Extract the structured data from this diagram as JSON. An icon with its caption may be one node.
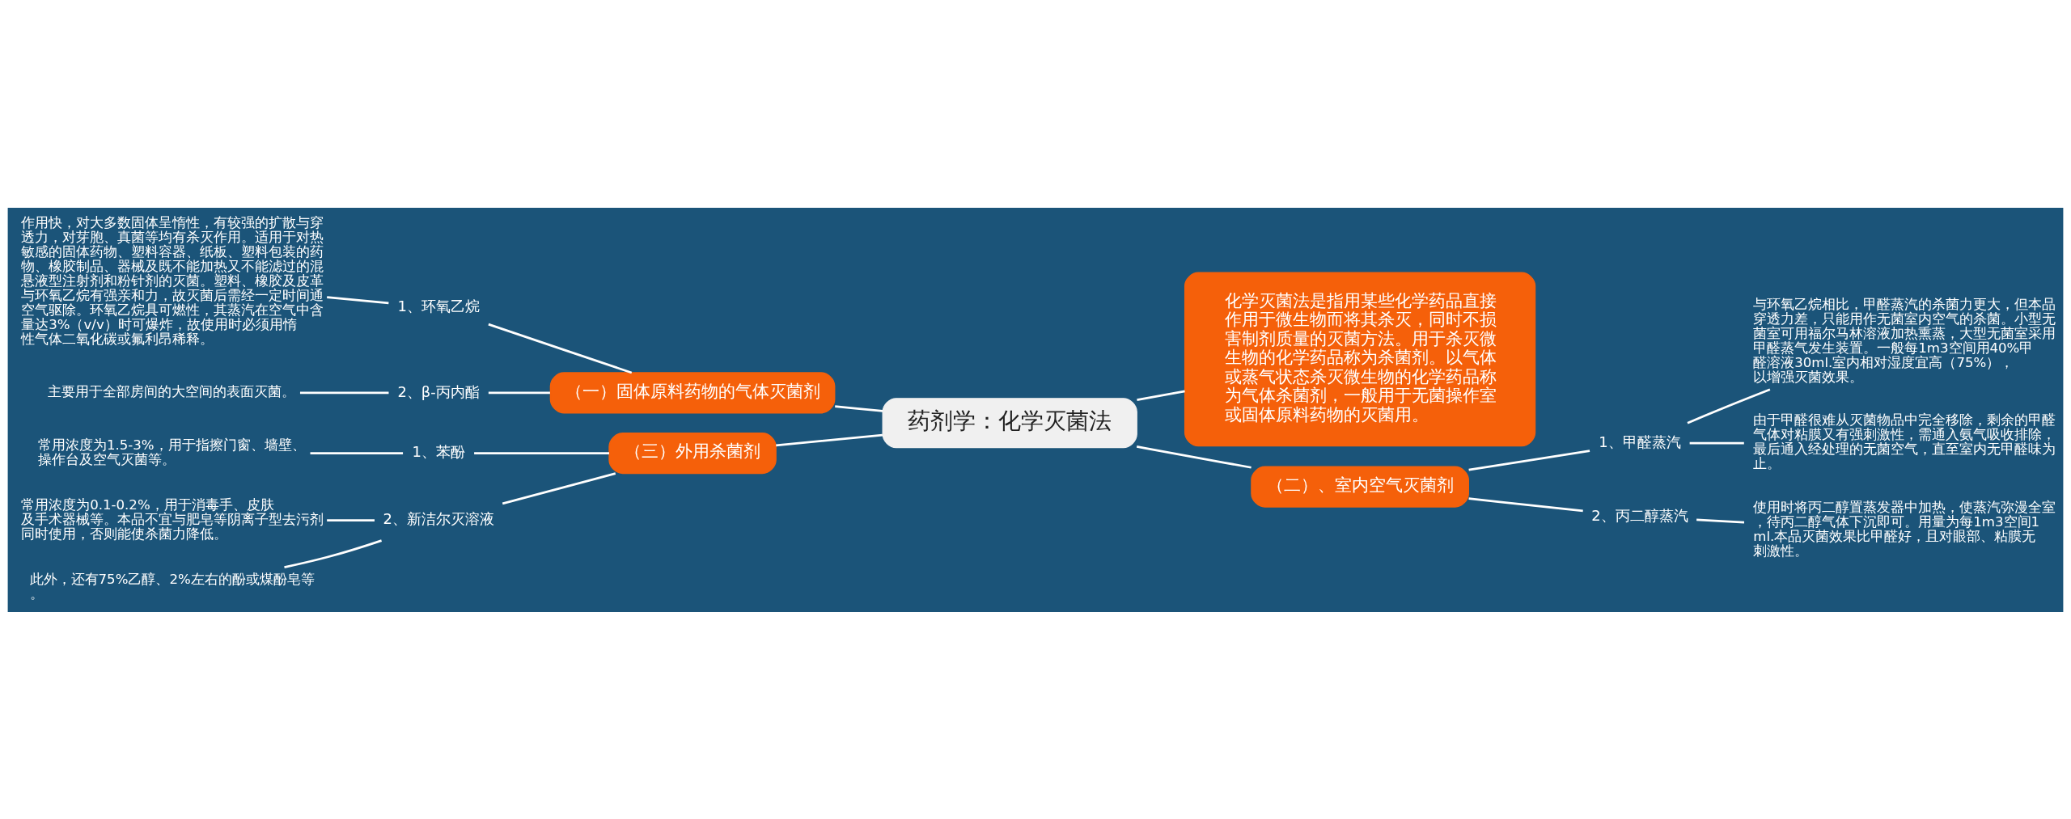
{
  "diagram": {
    "nodes": [
      {
        "text": [
          "药剂学：化学灭菌法"
        ]
      },
      {
        "text": [
          "（一）固体原料药物的气体灭菌剂"
        ]
      },
      {
        "text": [
          "1、环氧乙烷"
        ]
      },
      {
        "text": [
          "作用快，对大多数固体呈惰性，有较强的扩散与穿透力，对芽胞、真菌等均有杀灭作用。适用于对热敏感的固体药物、塑料容器、纸板、塑料包装的药物、橡胶制品、器械及既不能加热又不能滤过的混悬液型注射剂和粉针剂的灭菌。塑料、橡胶及皮革与环氧乙烷有强亲和力，故灭菌后需经一定时间通空气驱除。环氧乙烷具可燃性，其蒸汽在空气中含量达3%（v/v）时可爆炸，故使用时必须用惰性气体二氧化碳或氟利昂稀释。"
        ]
      },
      {
        "text": [
          "2、β-丙内酯"
        ]
      },
      {
        "text": [
          "主要用于全部房间的大空间的表面灭菌。"
        ]
      },
      {
        "text": [
          "（三）外用杀菌剂"
        ]
      },
      {
        "text": [
          "1、苯酚"
        ]
      },
      {
        "text": [
          "常用浓度为1.5-3%，用于指擦门窗、墙壁、操作台及空气灭菌等。"
        ]
      },
      {
        "text": [
          "2、新洁尔灭溶液"
        ]
      },
      {
        "text": [
          "常用浓度为0.1-0.2%，用于消毒手、皮肤及手术器械等。本品不宜与肥皂等阴离子型去污剂同时使用，否则能使杀菌力降低。"
        ]
      },
      {
        "text": [
          "此外，还有75%乙醇、2%左右的酚或煤酚皂等。"
        ]
      },
      {
        "text": [
          "化学灭菌法是指用某些化学药品直接作用于微生物而将其杀灭，同时不损害制剂质量的灭菌方法。用于杀灭微生物的化学药品称为杀菌剂。以气体或蒸气状态杀灭微生物的化学药品称为气体杀菌剂，一般用于无菌操作室或固体原料药物的灭菌用。"
        ]
      },
      {
        "text": [
          "（二）、室内空气灭菌剂"
        ]
      },
      {
        "text": [
          "1、甲醛蒸汽"
        ]
      },
      {
        "text": [
          "与环氧乙烷相比，甲醛蒸汽的杀菌力更大，但本品穿透力差，只能用作无菌室内空气的杀菌。小型无菌室可用福尔马林溶液加热熏蒸，大型无菌室采用甲醛蒸气发生装置。一般每1m3空间用40%甲醛溶液30ml.室内相对湿度宜高（75%），以增强灭菌效果。"
        ]
      },
      {
        "text": [
          "由于甲醛很难从灭菌物品中完全移除，剩余的甲醛气体对粘膜又有强刺激性，需通入氨气吸收排除，最后通入经处理的无菌空气，直至室内无甲醛味为止。"
        ]
      },
      {
        "text": [
          "2、丙二醇蒸汽"
        ]
      },
      {
        "text": [
          "使用时将丙二醇置蒸发器中加热，使蒸汽弥漫全室，待丙二醇气体下沉即可。用量为每1m3空间1ml.本品灭菌效果比甲醛好，且对眼部、粘膜无刺激性。"
        ]
      }
    ],
    "edges": [
      {
        "from": 1,
        "to": 0,
        "arrow": "none"
      },
      {
        "from": 2,
        "to": 1,
        "arrow": "none"
      },
      {
        "from": 3,
        "to": 2,
        "arrow": "none"
      },
      {
        "from": 4,
        "to": 1,
        "arrow": "none"
      },
      {
        "from": 5,
        "to": 4,
        "arrow": "none"
      },
      {
        "from": 6,
        "to": 0,
        "arrow": "none"
      },
      {
        "from": 7,
        "to": 6,
        "arrow": "none"
      },
      {
        "from": 8,
        "to": 7,
        "arrow": "none"
      },
      {
        "from": 9,
        "to": 6,
        "arrow": "none"
      },
      {
        "from": 10,
        "to": 9,
        "arrow": "none"
      },
      {
        "from": 11,
        "to": 9,
        "arrow": "none"
      },
      {
        "from": 0,
        "to": 12,
        "arrow": "none"
      },
      {
        "from": 0,
        "to": 13,
        "arrow": "none"
      },
      {
        "from": 13,
        "to": 14,
        "arrow": "none"
      },
      {
        "from": 14,
        "to": 15,
        "arrow": "none"
      },
      {
        "from": 14,
        "to": 16,
        "arrow": "none"
      },
      {
        "from": 13,
        "to": 17,
        "arrow": "none"
      },
      {
        "from": 17,
        "to": 18,
        "arrow": "none"
      }
    ]
  }
}
